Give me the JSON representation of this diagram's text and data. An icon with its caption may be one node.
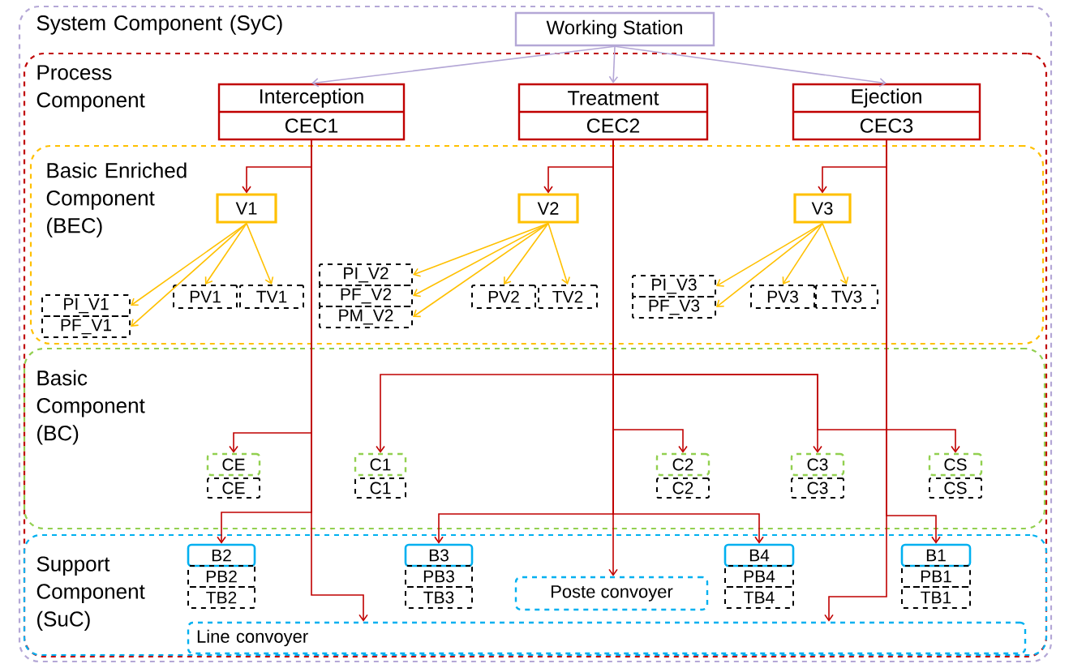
{
  "diagram": {
    "nodes": [
      {
        "text": [
          "System Component (SyC)"
        ]
      },
      {
        "text": [
          "Working Station"
        ],
        "in": 0
      },
      {
        "text": [
          "Process Component"
        ],
        "in": 0
      },
      {
        "text": [
          "Interception",
          "CEC1"
        ],
        "in": 2
      },
      {
        "text": [
          "Treatment",
          "CEC2"
        ],
        "in": 2
      },
      {
        "text": [
          "Ejection",
          "CEC3"
        ],
        "in": 2
      },
      {
        "text": [
          "Basic Enriched Component (BEC)"
        ],
        "in": 2
      },
      {
        "text": [
          "V1"
        ],
        "in": 6
      },
      {
        "text": [
          "V2"
        ],
        "in": 6
      },
      {
        "text": [
          "V3"
        ],
        "in": 6
      },
      {
        "text": [
          "PI_V1"
        ],
        "in": 6
      },
      {
        "text": [
          "PF_V1"
        ],
        "in": 6
      },
      {
        "text": [
          "PV1"
        ],
        "in": 6
      },
      {
        "text": [
          "TV1"
        ],
        "in": 6
      },
      {
        "text": [
          "PI_V2"
        ],
        "in": 6
      },
      {
        "text": [
          "PF_V2"
        ],
        "in": 6
      },
      {
        "text": [
          "PM_V2"
        ],
        "in": 6
      },
      {
        "text": [
          "PV2"
        ],
        "in": 6
      },
      {
        "text": [
          "TV2"
        ],
        "in": 6
      },
      {
        "text": [
          "PI_V3"
        ],
        "in": 6
      },
      {
        "text": [
          "PF_V3"
        ],
        "in": 6
      },
      {
        "text": [
          "PV3"
        ],
        "in": 6
      },
      {
        "text": [
          "TV3"
        ],
        "in": 6
      },
      {
        "text": [
          "Basic Component (BC)"
        ],
        "in": 2
      },
      {
        "text": [
          "CE"
        ],
        "in": 23
      },
      {
        "text": [
          "CE"
        ],
        "in": 23
      },
      {
        "text": [
          "C1"
        ],
        "in": 23
      },
      {
        "text": [
          "C1"
        ],
        "in": 23
      },
      {
        "text": [
          "C2"
        ],
        "in": 23
      },
      {
        "text": [
          "C2"
        ],
        "in": 23
      },
      {
        "text": [
          "C3"
        ],
        "in": 23
      },
      {
        "text": [
          "C3"
        ],
        "in": 23
      },
      {
        "text": [
          "CS"
        ],
        "in": 23
      },
      {
        "text": [
          "CS"
        ],
        "in": 23
      },
      {
        "text": [
          "Support Component (SuC)"
        ],
        "in": 2
      },
      {
        "text": [
          "B2"
        ],
        "in": 34
      },
      {
        "text": [
          "PB2"
        ],
        "in": 34
      },
      {
        "text": [
          "TB2"
        ],
        "in": 34
      },
      {
        "text": [
          "B3"
        ],
        "in": 34
      },
      {
        "text": [
          "PB3"
        ],
        "in": 34
      },
      {
        "text": [
          "TB3"
        ],
        "in": 34
      },
      {
        "text": [
          "Poste convoyer"
        ],
        "in": 34
      },
      {
        "text": [
          "B4"
        ],
        "in": 34
      },
      {
        "text": [
          "PB4"
        ],
        "in": 34
      },
      {
        "text": [
          "TB4"
        ],
        "in": 34
      },
      {
        "text": [
          "B1"
        ],
        "in": 34
      },
      {
        "text": [
          "PB1"
        ],
        "in": 34
      },
      {
        "text": [
          "TB1"
        ],
        "in": 34
      },
      {
        "text": [
          "Line convoyer"
        ],
        "in": 34
      }
    ],
    "edges": [
      {
        "from": 1,
        "to": 3,
        "arrow": "to",
        "color": "#b4a7d6"
      },
      {
        "from": 1,
        "to": 4,
        "arrow": "to",
        "color": "#b4a7d6"
      },
      {
        "from": 1,
        "to": 5,
        "arrow": "to",
        "color": "#b4a7d6"
      },
      {
        "from": 3,
        "to": 7,
        "arrow": "to"
      },
      {
        "from": 3,
        "to": 24,
        "arrow": "to"
      },
      {
        "from": 3,
        "to": 35,
        "arrow": "to"
      },
      {
        "from": 3,
        "to": 48,
        "arrow": "to"
      },
      {
        "from": 4,
        "to": 8,
        "arrow": "to"
      },
      {
        "from": 4,
        "to": 26,
        "arrow": "to"
      },
      {
        "from": 4,
        "to": 30,
        "arrow": "to"
      },
      {
        "from": 4,
        "to": 32,
        "arrow": "to"
      },
      {
        "from": 4,
        "to": 28,
        "arrow": "to"
      },
      {
        "from": 4,
        "to": 38,
        "arrow": "to"
      },
      {
        "from": 4,
        "to": 42,
        "arrow": "to"
      },
      {
        "from": 4,
        "to": 41,
        "arrow": "to"
      },
      {
        "from": 5,
        "to": 9,
        "arrow": "to"
      },
      {
        "from": 5,
        "to": 45,
        "arrow": "to"
      },
      {
        "from": 5,
        "to": 48,
        "arrow": "to"
      },
      {
        "from": 7,
        "to": 10,
        "arrow": "to",
        "color": "#ffc000"
      },
      {
        "from": 7,
        "to": 11,
        "arrow": "to",
        "color": "#ffc000"
      },
      {
        "from": 7,
        "to": 12,
        "arrow": "to",
        "color": "#ffc000"
      },
      {
        "from": 7,
        "to": 13,
        "arrow": "to",
        "color": "#ffc000"
      },
      {
        "from": 8,
        "to": 14,
        "arrow": "to",
        "color": "#ffc000"
      },
      {
        "from": 8,
        "to": 15,
        "arrow": "to",
        "color": "#ffc000"
      },
      {
        "from": 8,
        "to": 16,
        "arrow": "to",
        "color": "#ffc000"
      },
      {
        "from": 8,
        "to": 17,
        "arrow": "to",
        "color": "#ffc000"
      },
      {
        "from": 8,
        "to": 18,
        "arrow": "to",
        "color": "#ffc000"
      },
      {
        "from": 9,
        "to": 19,
        "arrow": "to",
        "color": "#ffc000"
      },
      {
        "from": 9,
        "to": 20,
        "arrow": "to",
        "color": "#ffc000"
      },
      {
        "from": 9,
        "to": 21,
        "arrow": "to",
        "color": "#ffc000"
      },
      {
        "from": 9,
        "to": 22,
        "arrow": "to",
        "color": "#ffc000"
      }
    ]
  }
}
